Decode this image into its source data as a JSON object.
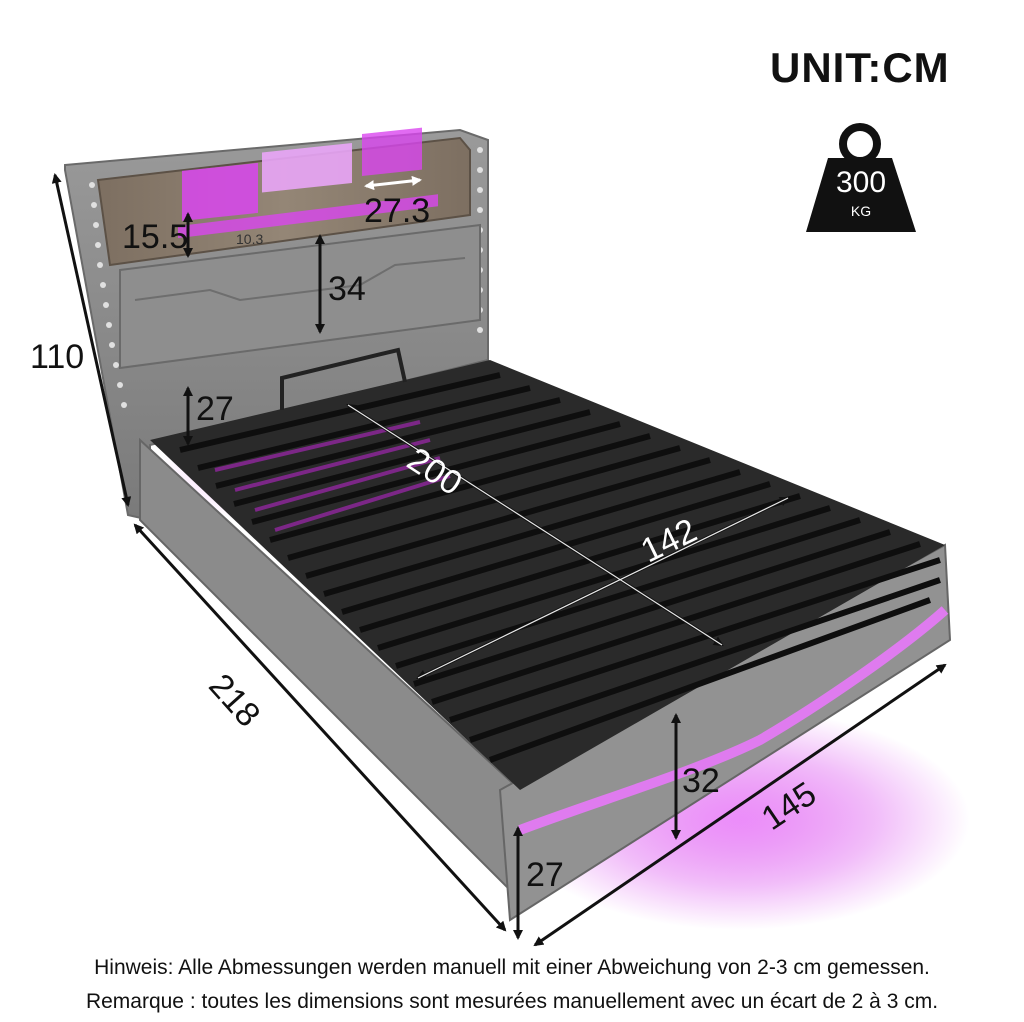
{
  "unit_label": "UNIT:CM",
  "weight": {
    "value": "300",
    "unit": "KG"
  },
  "dimensions": {
    "shelf_height": "15.5",
    "shelf_depth": "10.3",
    "shelf_width": "27.3",
    "headboard_panel_height": "34",
    "total_height": "110",
    "headboard_gap_height": "27",
    "mattress_length": "200",
    "mattress_width": "142",
    "total_length": "218",
    "total_width": "145",
    "side_rail_height": "32",
    "floor_clearance": "27"
  },
  "notes": {
    "german": "Hinweis: Alle Abmessungen werden manuell mit einer Abweichung von 2-3 cm gemessen.",
    "french": "Remarque : toutes les dimensions sont mesurées manuellement avec un écart de 2 à 3 cm."
  },
  "colors": {
    "fabric": "#8a8a8a",
    "wood": "#8b7d6e",
    "led": "#d23cf0",
    "slats": "#1a1a1a"
  }
}
